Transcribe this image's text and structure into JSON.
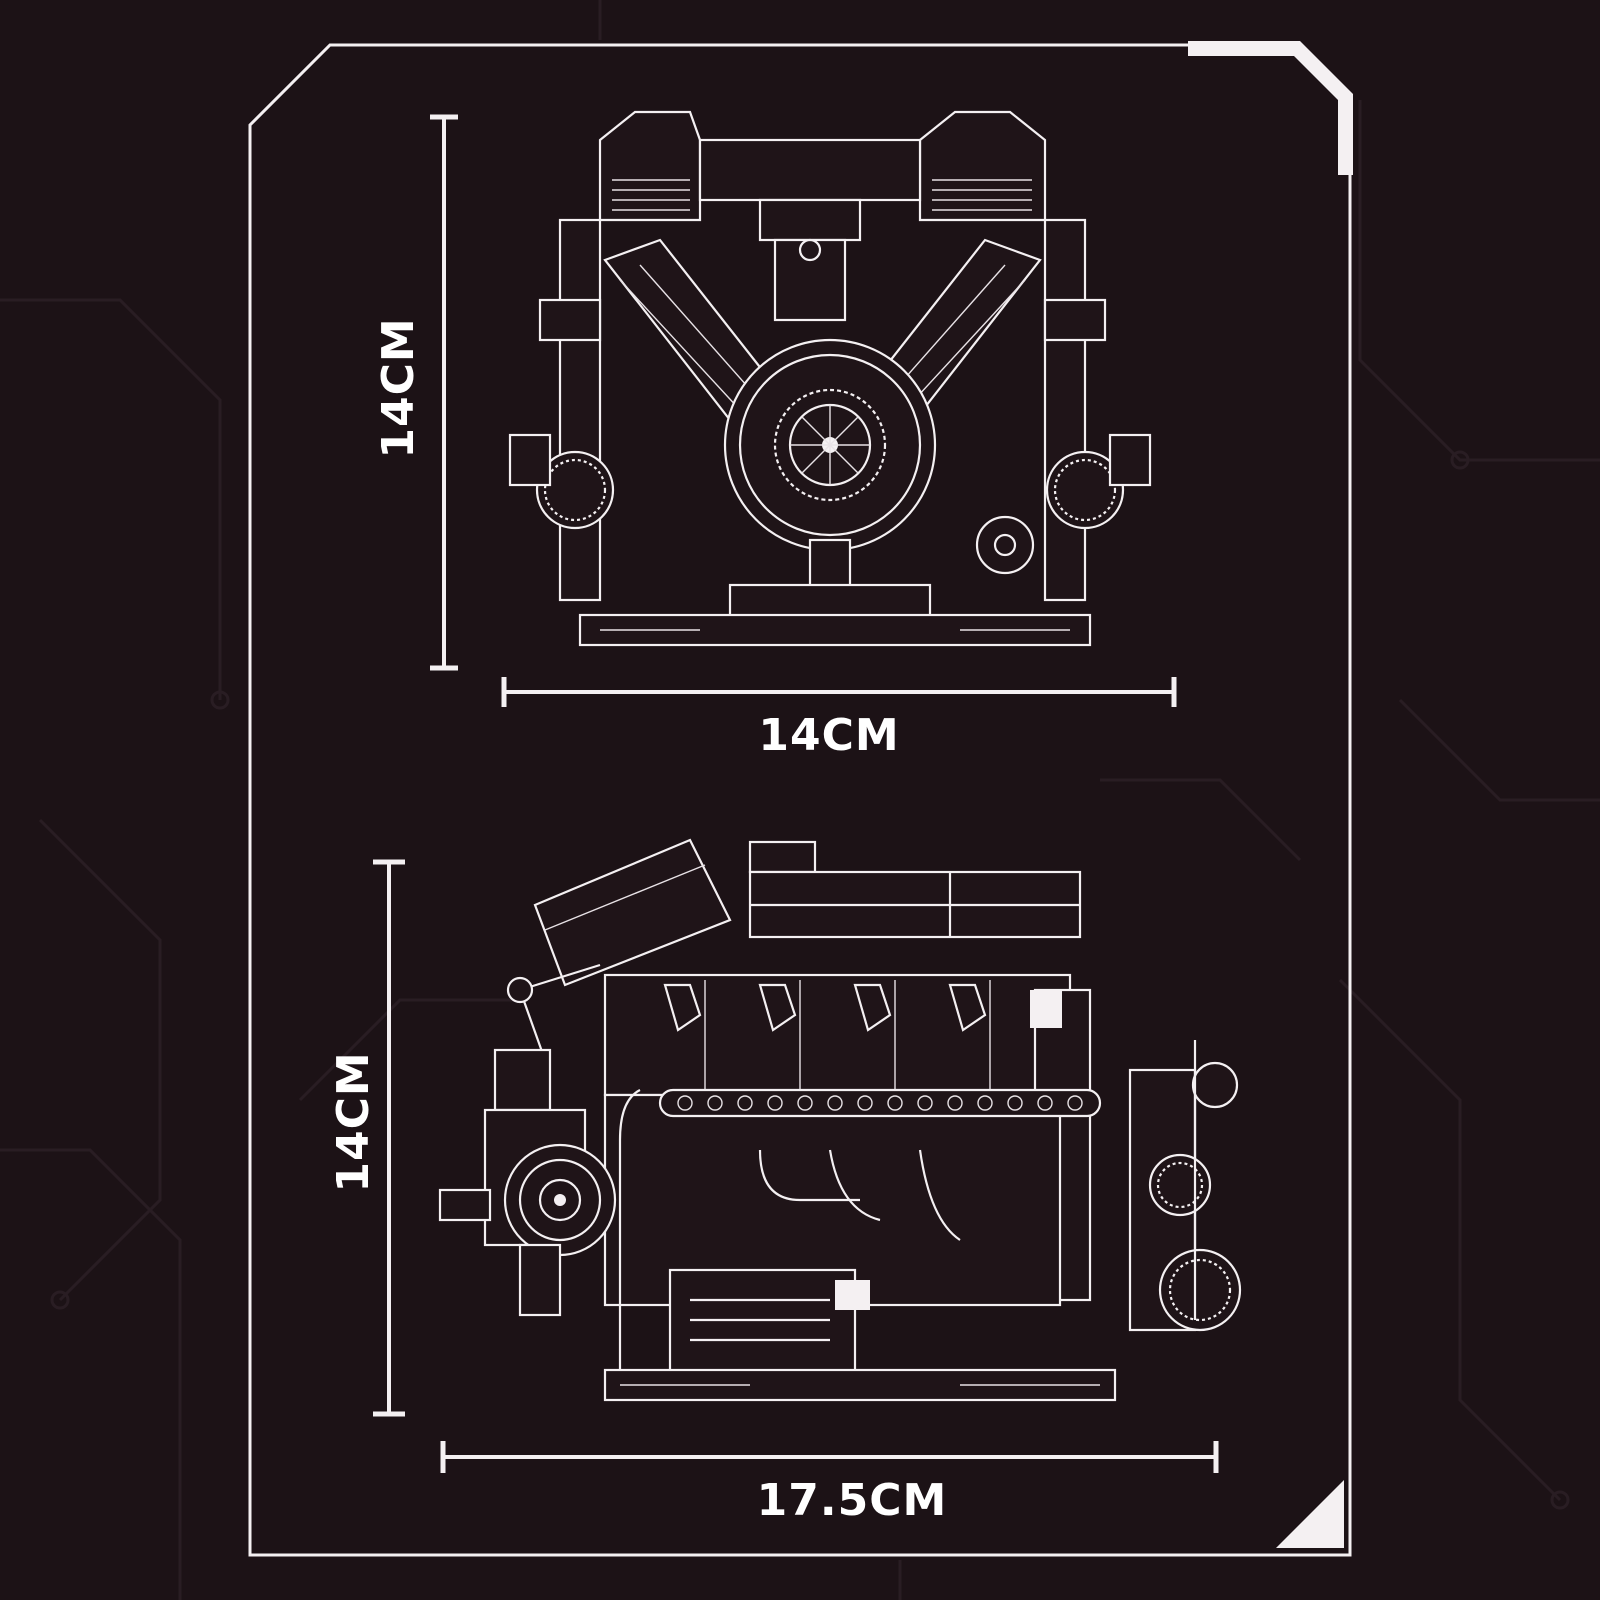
{
  "colors": {
    "background": "#1c1216",
    "line": "#f4f0f2",
    "circuit_trace": "#2a1f24"
  },
  "front_view": {
    "height_label": "14CM",
    "width_label": "14CM"
  },
  "side_view": {
    "height_label": "14CM",
    "width_label": "17.5CM"
  }
}
